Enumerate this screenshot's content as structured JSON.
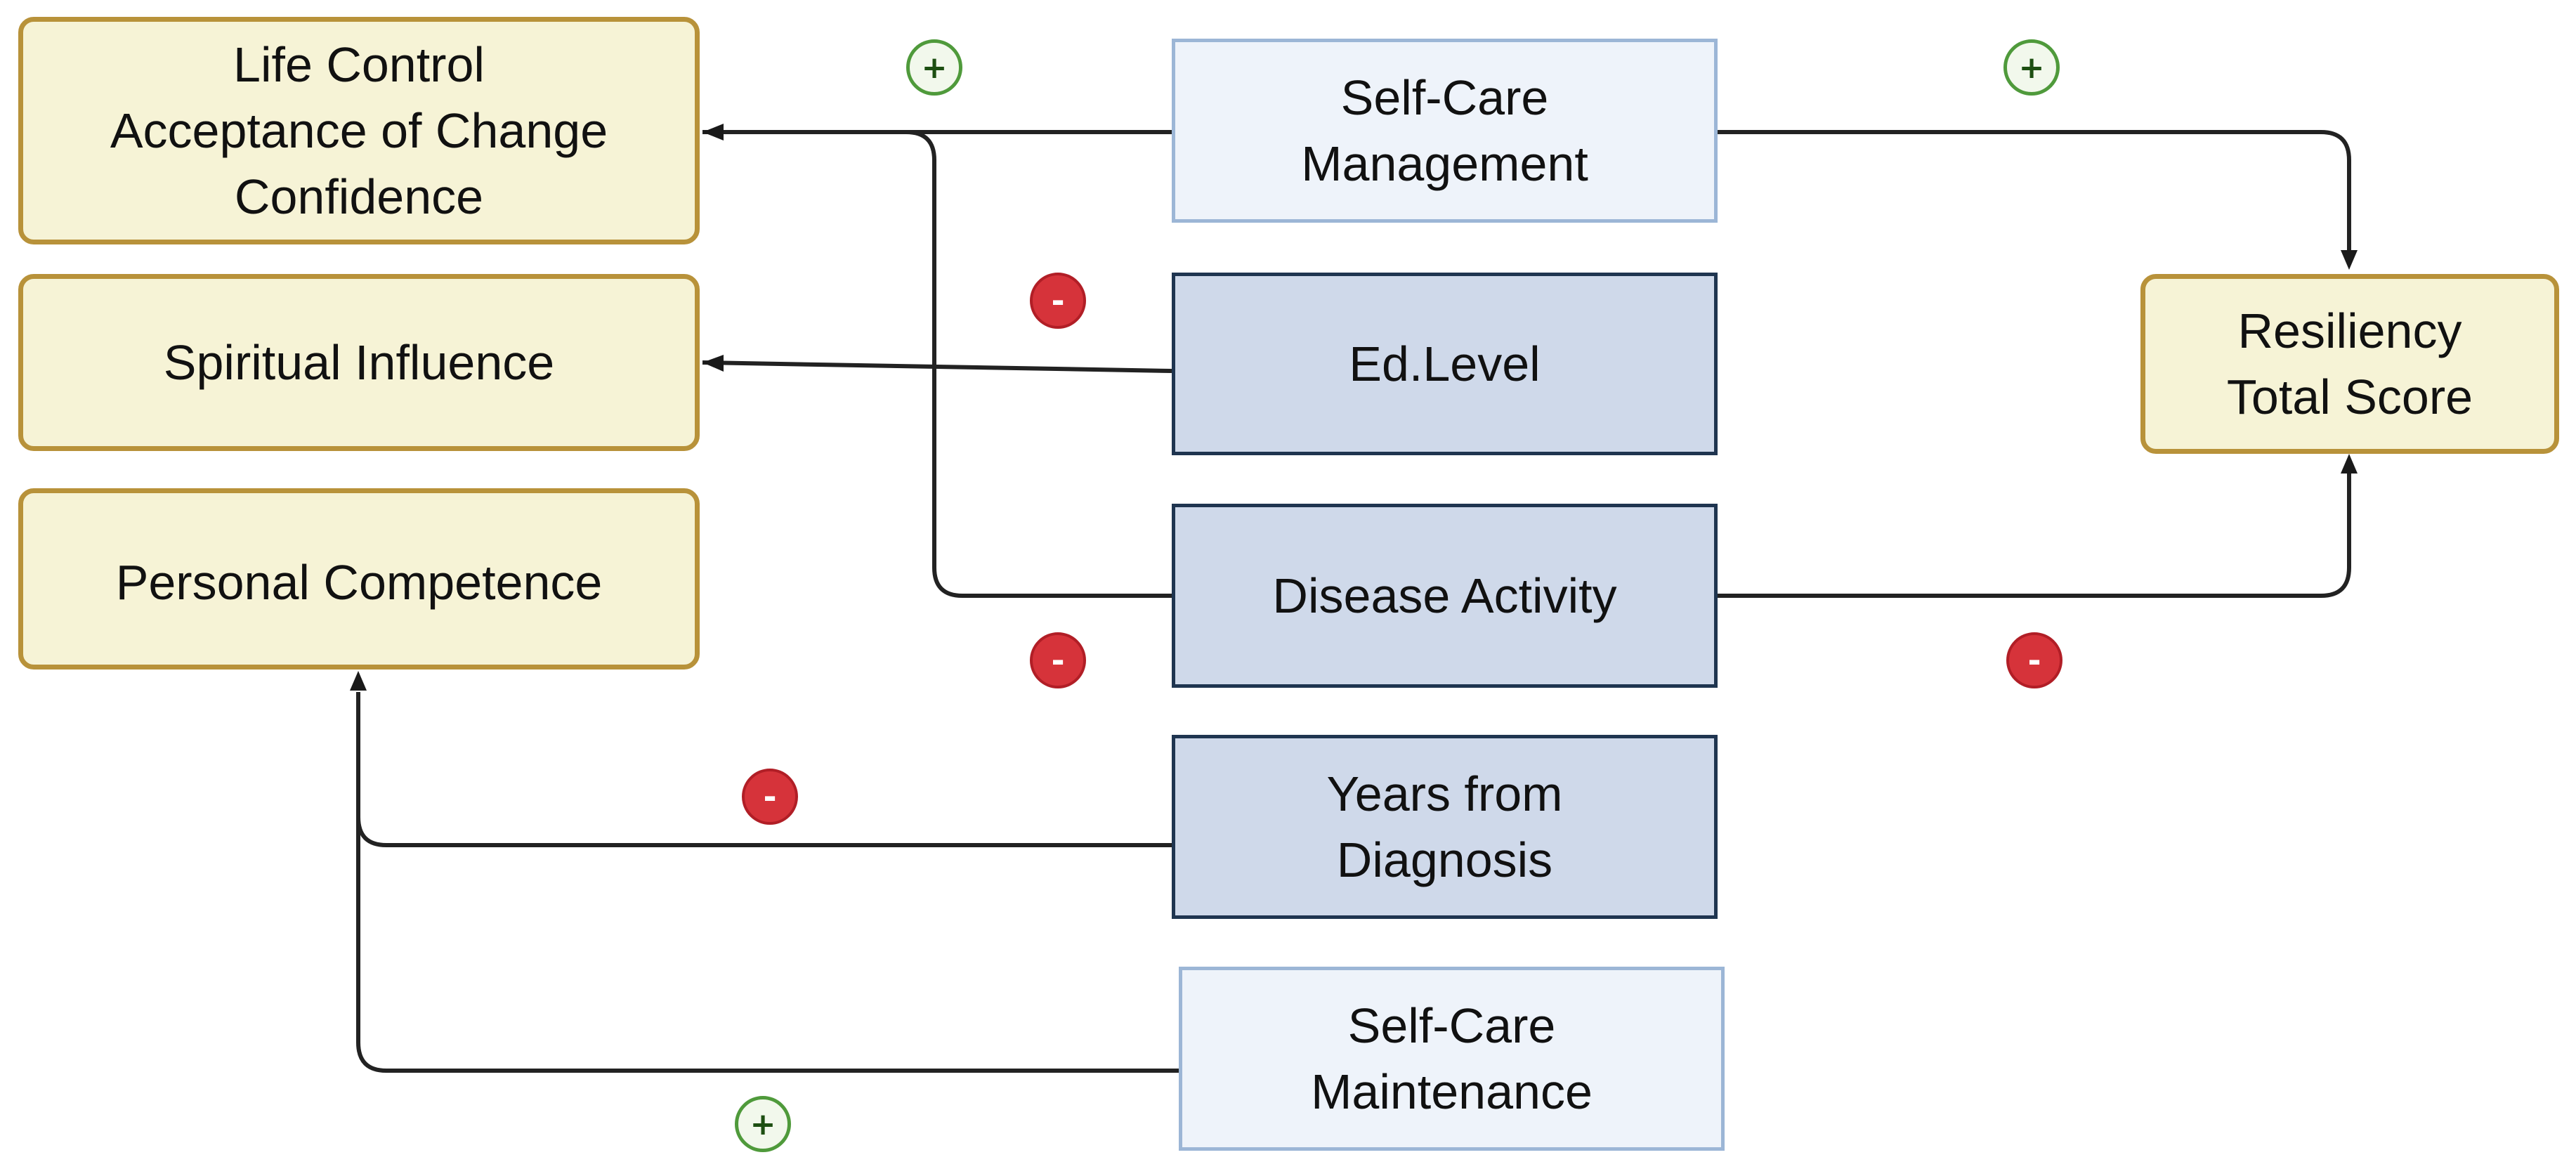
{
  "outcomes": {
    "life_control": [
      "Life Control",
      "Acceptance of Change",
      "Confidence"
    ],
    "spiritual": [
      "Spiritual Influence"
    ],
    "personal": [
      "Personal Competence"
    ],
    "resiliency": [
      "Resiliency",
      "Total Score"
    ]
  },
  "predictors": {
    "self_care_management": [
      "Self-Care",
      "Management"
    ],
    "ed_level": [
      "Ed.Level"
    ],
    "disease_activity": [
      "Disease Activity"
    ],
    "years_from_diagnosis": [
      "Years from",
      "Diagnosis"
    ],
    "self_care_maintenance": [
      "Self-Care",
      "Maintenance"
    ]
  },
  "signs": {
    "positive": "+",
    "negative": "-"
  },
  "colors": {
    "outcome_fill": "#f6f3d6",
    "outcome_border": "#b8923a",
    "predictor_light_fill": "#eef3fa",
    "predictor_dark_fill": "#cfd9ea",
    "positive": "#4f9a3b",
    "negative": "#d6333a"
  }
}
